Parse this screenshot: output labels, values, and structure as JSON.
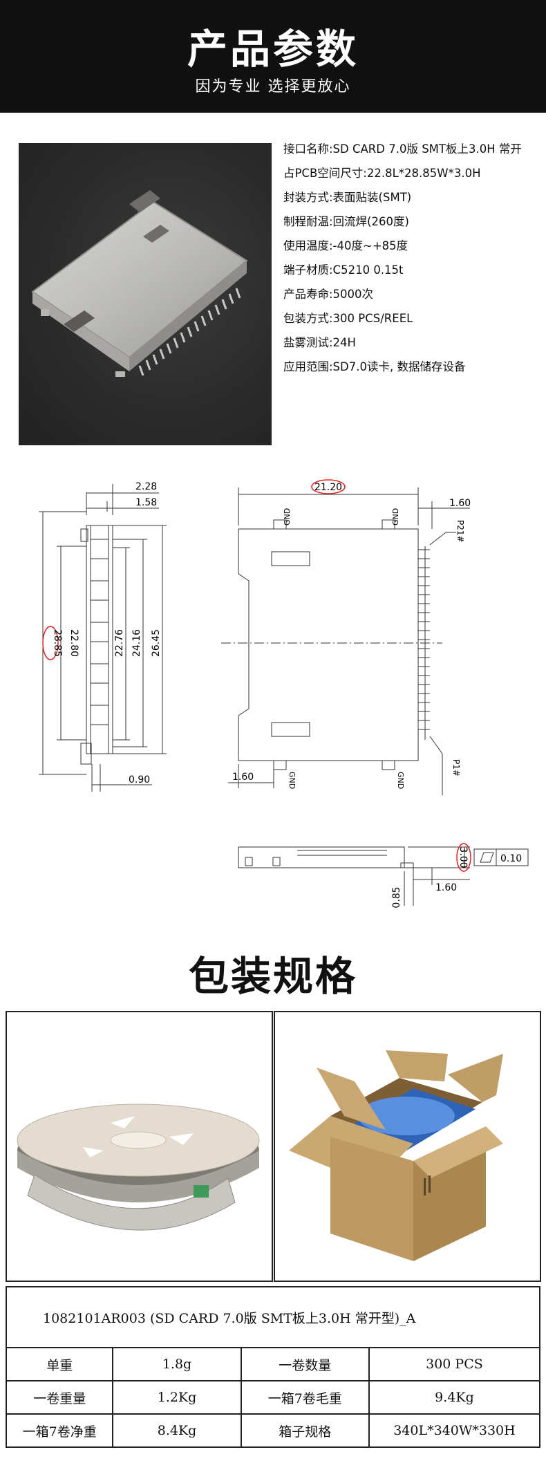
{
  "header": {
    "title": "产品参数",
    "subtitle": "因为专业 选择更放心"
  },
  "specs": [
    "接口名称:SD CARD 7.0版 SMT板上3.0H 常开",
    "占PCB空间尺寸:22.8L*28.85W*3.0H",
    "封装方式:表面贴装(SMT)",
    "制程耐温:回流焊(260度)",
    "使用温度:-40度~+85度",
    "端子材质:C5210 0.15t",
    "产品寿命:5000次",
    "包装方式:300 PCS/REEL",
    "盐雾测试:24H",
    "应用范围:SD7.0读卡, 数据储存设备"
  ],
  "drawing": {
    "side_view": {
      "dims": [
        "2.28",
        "1.58",
        "28.85",
        "22.80",
        "22.76",
        "24.16",
        "26.45",
        "0.90"
      ]
    },
    "top_view": {
      "width": "21.20",
      "pin_offset": "1.60",
      "left_offset": "1.60",
      "gnd": "GND",
      "pin21": "P21#",
      "pin1": "P1#"
    },
    "front_view": {
      "height": "3.00",
      "flatness": "0.10",
      "pin_offset": "1.60",
      "pin_thickness": "0.85"
    }
  },
  "packaging": {
    "title": "包装规格",
    "left_photo": "reel",
    "right_photo": "carton"
  },
  "table": {
    "product_name": "1082101AR003 (SD CARD 7.0版 SMT板上3.0H 常开型)_A",
    "rows": [
      [
        "单重",
        "1.8g",
        "一卷数量",
        "300 PCS"
      ],
      [
        "一卷重量",
        "1.2Kg",
        "一箱7卷毛重",
        "9.4Kg"
      ],
      [
        "一箱7卷净重",
        "8.4Kg",
        "箱子规格",
        "340L*340W*330H"
      ]
    ]
  }
}
